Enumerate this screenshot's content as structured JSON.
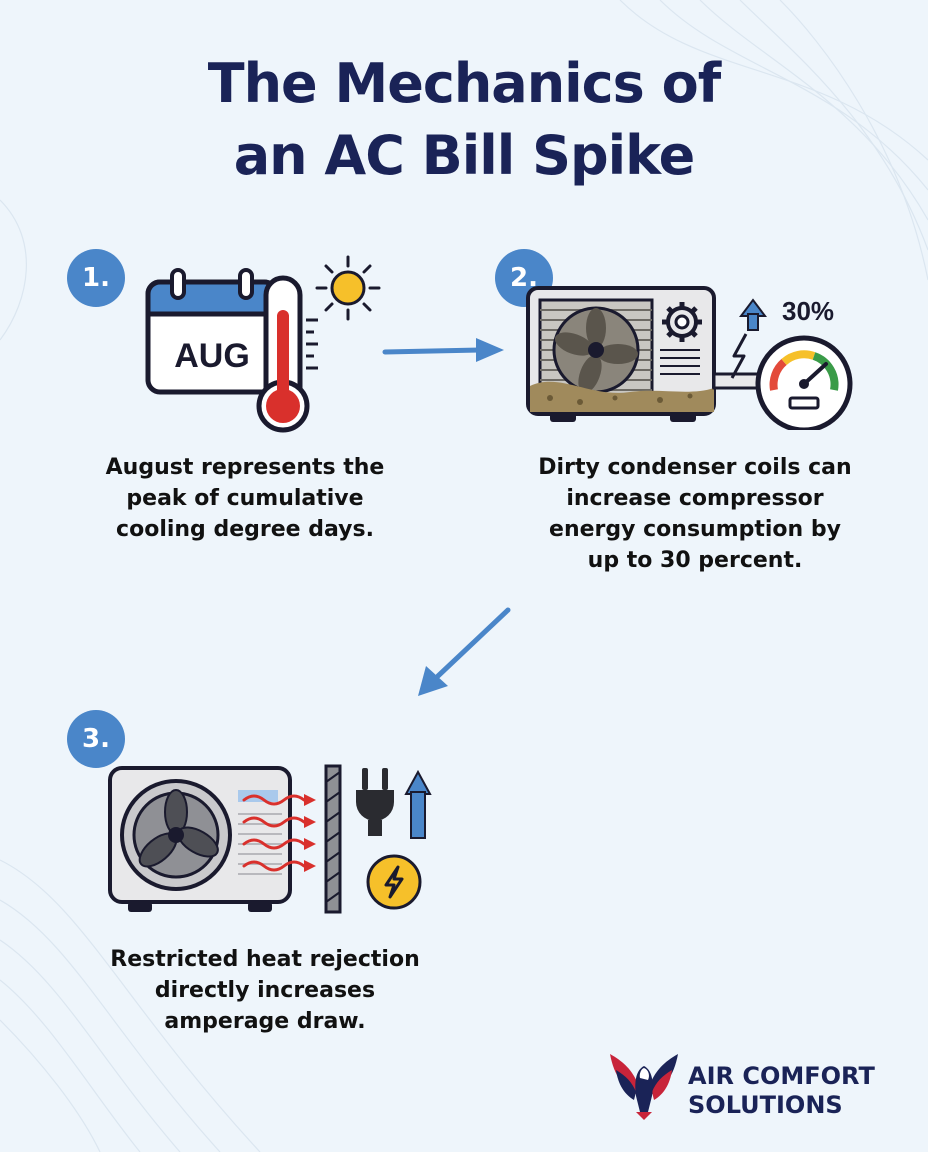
{
  "title": {
    "line1": "The Mechanics of",
    "line2": "an AC Bill Spike"
  },
  "steps": [
    {
      "badge": "1.",
      "icon_text": "AUG",
      "caption": [
        "August represents the",
        "peak of cumulative",
        "cooling degree days."
      ]
    },
    {
      "badge": "2.",
      "icon_text": "30%",
      "caption": [
        "Dirty condenser coils can",
        "increase compressor",
        "energy consumption by",
        "up to 30 percent."
      ]
    },
    {
      "badge": "3.",
      "caption": [
        "Restricted heat rejection",
        "directly increases",
        "amperage draw."
      ]
    }
  ],
  "brand": {
    "line1": "AIR COMFORT",
    "line2": "SOLUTIONS"
  },
  "colors": {
    "accent": "#4a86c9",
    "title": "#1a2357",
    "background": "#eef5fb"
  },
  "icons": [
    "calendar-icon",
    "thermometer-icon",
    "sun-icon",
    "arrow-right-icon",
    "dirty-condenser-icon",
    "gear-icon",
    "up-arrow-icon",
    "gauge-icon",
    "lightning-icon",
    "arrow-down-left-icon",
    "condenser-unit-icon",
    "heat-waves-icon",
    "plug-icon",
    "electric-bolt-icon",
    "eagle-logo-icon"
  ]
}
